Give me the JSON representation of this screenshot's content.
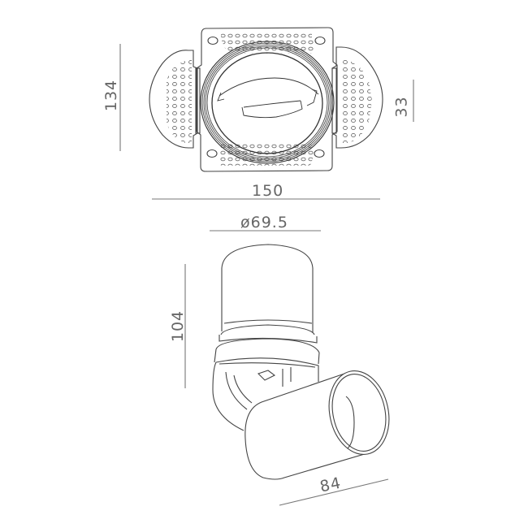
{
  "diagram": {
    "type": "technical-drawing",
    "subject": "trimless recessed adjustable spotlight",
    "line_color": "#444444",
    "dim_color": "#666666",
    "views": [
      {
        "name": "top-view-mounting-plate",
        "dimensions": {
          "height": "134",
          "width": "150",
          "depth": "33"
        }
      },
      {
        "name": "side-view-spotlight",
        "dimensions": {
          "diameter": "ø69.5",
          "height": "104",
          "head_length": "84"
        }
      }
    ]
  }
}
